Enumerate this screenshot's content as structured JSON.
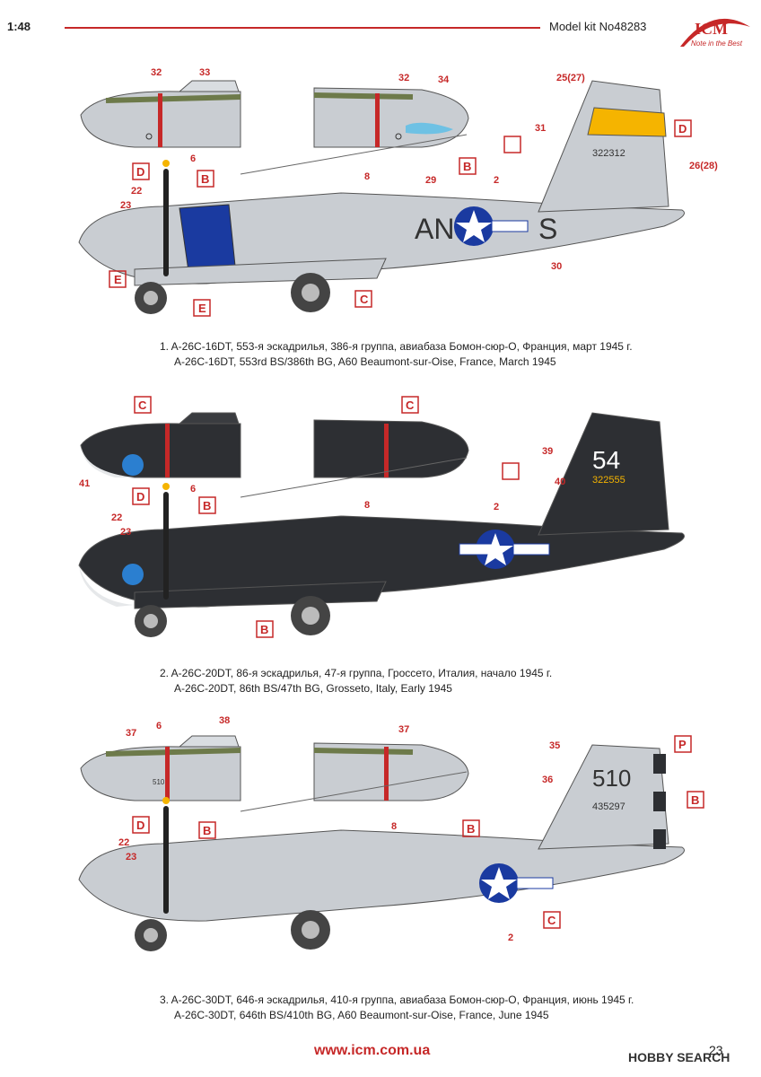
{
  "header": {
    "scale": "1:48",
    "kit": "Model kit No48283",
    "brand": "ICM",
    "brand_tagline": "Note in the Best"
  },
  "profiles": [
    {
      "caption_ru": "1. A-26C-16DT, 553-я эскадрилья, 386-я группа, авиабаза Бомон-сюр-О, Франция, март 1945 г.",
      "caption_en": "A-26C-16DT, 553rd BS/386th BG, A60 Beaumont-sur-Oise, France, March 1945",
      "tail_number": "322312",
      "fuselage_left": "AN",
      "fuselage_right": "S",
      "labels": [
        "32",
        "33",
        "6",
        "32",
        "34",
        "8",
        "25(27)",
        "31",
        "26(28)",
        "2",
        "29",
        "22",
        "23",
        "30"
      ],
      "letters": [
        "D",
        "B",
        "E",
        "E",
        "C",
        "B",
        "D"
      ]
    },
    {
      "caption_ru": "2. A-26C-20DT, 86-я эскадрилья, 47-я группа, Гроссето, Италия, начало 1945 г.",
      "caption_en": "A-26C-20DT, 86th BS/47th BG, Grosseto, Italy, Early 1945",
      "tail_code": "54",
      "tail_number": "322555",
      "labels": [
        "41",
        "6",
        "8",
        "39",
        "40",
        "2",
        "22",
        "23"
      ],
      "letters": [
        "C",
        "C",
        "D",
        "B",
        "B"
      ]
    },
    {
      "caption_ru": "3. A-26C-30DT, 646-я эскадрилья, 410-я группа, авиабаза Бомон-сюр-О, Франция, июнь 1945 г.",
      "caption_en": "A-26C-30DT, 646th BS/410th BG, A60 Beaumont-sur-Oise, France, June 1945",
      "tail_code": "510",
      "tail_number": "435297",
      "nose_code": "510",
      "labels": [
        "37",
        "6",
        "38",
        "37",
        "8",
        "35",
        "36",
        "22",
        "23",
        "2"
      ],
      "letters": [
        "D",
        "B",
        "B",
        "P",
        "B",
        "C"
      ]
    }
  ],
  "footer": {
    "url": "www.icm.com.ua",
    "page": "23",
    "watermark": "HOBBY SEARCH"
  },
  "colors": {
    "accent": "#c62828",
    "grey": "#c9cdd2",
    "black": "#2d2f33",
    "blue": "#1a3aa0",
    "yellow": "#f5b400",
    "olive": "#6d7a4a"
  }
}
